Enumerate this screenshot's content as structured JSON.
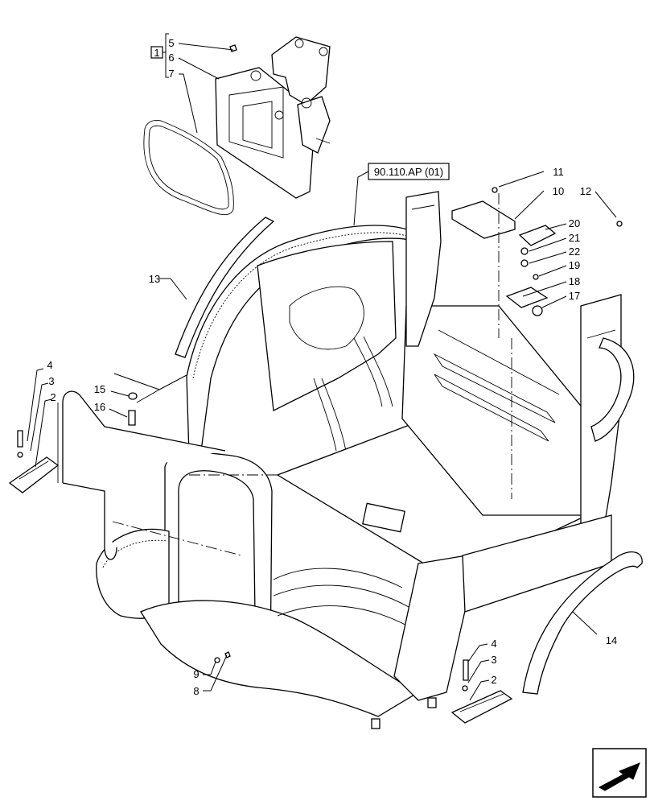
{
  "callouts": [
    {
      "id": "c5a",
      "text": "5"
    },
    {
      "id": "c6",
      "text": "6"
    },
    {
      "id": "c7",
      "text": "7"
    },
    {
      "id": "c11",
      "text": "11"
    },
    {
      "id": "c10",
      "text": "10"
    },
    {
      "id": "c12",
      "text": "12"
    },
    {
      "id": "c20",
      "text": "20"
    },
    {
      "id": "c21",
      "text": "21"
    },
    {
      "id": "c22",
      "text": "22"
    },
    {
      "id": "c19",
      "text": "19"
    },
    {
      "id": "c18",
      "text": "18"
    },
    {
      "id": "c17",
      "text": "17"
    },
    {
      "id": "c13",
      "text": "13"
    },
    {
      "id": "c4a",
      "text": "4"
    },
    {
      "id": "c3a",
      "text": "3"
    },
    {
      "id": "c2a",
      "text": "2"
    },
    {
      "id": "c15",
      "text": "15"
    },
    {
      "id": "c16",
      "text": "16"
    },
    {
      "id": "c14",
      "text": "14"
    },
    {
      "id": "c4b",
      "text": "4"
    },
    {
      "id": "c3b",
      "text": "3"
    },
    {
      "id": "c2b",
      "text": "2"
    },
    {
      "id": "c9",
      "text": "9"
    },
    {
      "id": "c8",
      "text": "8"
    }
  ],
  "kit_label": "1",
  "reference_label": "90.110.AP (01)",
  "icons": [
    "navigation-arrow-icon"
  ]
}
